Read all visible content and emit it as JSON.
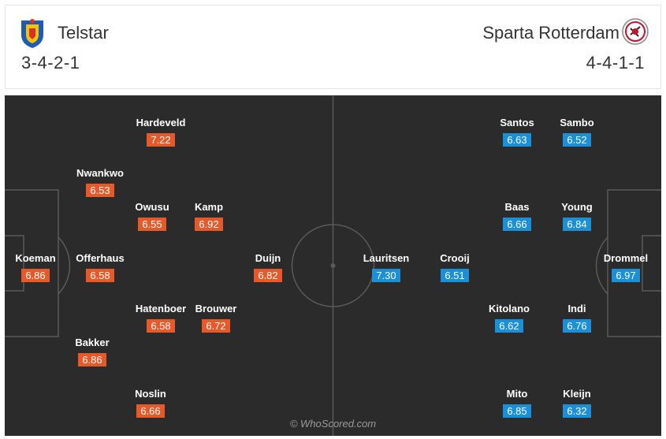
{
  "home": {
    "name": "Telstar",
    "formation": "3-4-2-1",
    "crest_icon": "telstar-crest",
    "color": "#e8592a",
    "players": [
      {
        "name": "Hardeveld",
        "rating": "7.22"
      },
      {
        "name": "Nwankwo",
        "rating": "6.53"
      },
      {
        "name": "Owusu",
        "rating": "6.55"
      },
      {
        "name": "Kamp",
        "rating": "6.92"
      },
      {
        "name": "Koeman",
        "rating": "6.86"
      },
      {
        "name": "Offerhaus",
        "rating": "6.58"
      },
      {
        "name": "Duijn",
        "rating": "6.82"
      },
      {
        "name": "Hatenboer",
        "rating": "6.58"
      },
      {
        "name": "Brouwer",
        "rating": "6.72"
      },
      {
        "name": "Bakker",
        "rating": "6.86"
      },
      {
        "name": "Noslin",
        "rating": "6.66"
      }
    ]
  },
  "away": {
    "name": "Sparta Rotterdam",
    "formation": "4-4-1-1",
    "crest_icon": "sparta-rotterdam-crest",
    "color": "#1b8fd8",
    "players": [
      {
        "name": "Santos",
        "rating": "6.63"
      },
      {
        "name": "Sambo",
        "rating": "6.52"
      },
      {
        "name": "Baas",
        "rating": "6.66"
      },
      {
        "name": "Young",
        "rating": "6.84"
      },
      {
        "name": "Lauritsen",
        "rating": "7.30"
      },
      {
        "name": "Crooij",
        "rating": "6.51"
      },
      {
        "name": "Drommel",
        "rating": "6.97"
      },
      {
        "name": "Kitolano",
        "rating": "6.62"
      },
      {
        "name": "Indi",
        "rating": "6.76"
      },
      {
        "name": "Mito",
        "rating": "6.85"
      },
      {
        "name": "Kleijn",
        "rating": "6.32"
      }
    ]
  },
  "watermark": "© WhoScored.com"
}
